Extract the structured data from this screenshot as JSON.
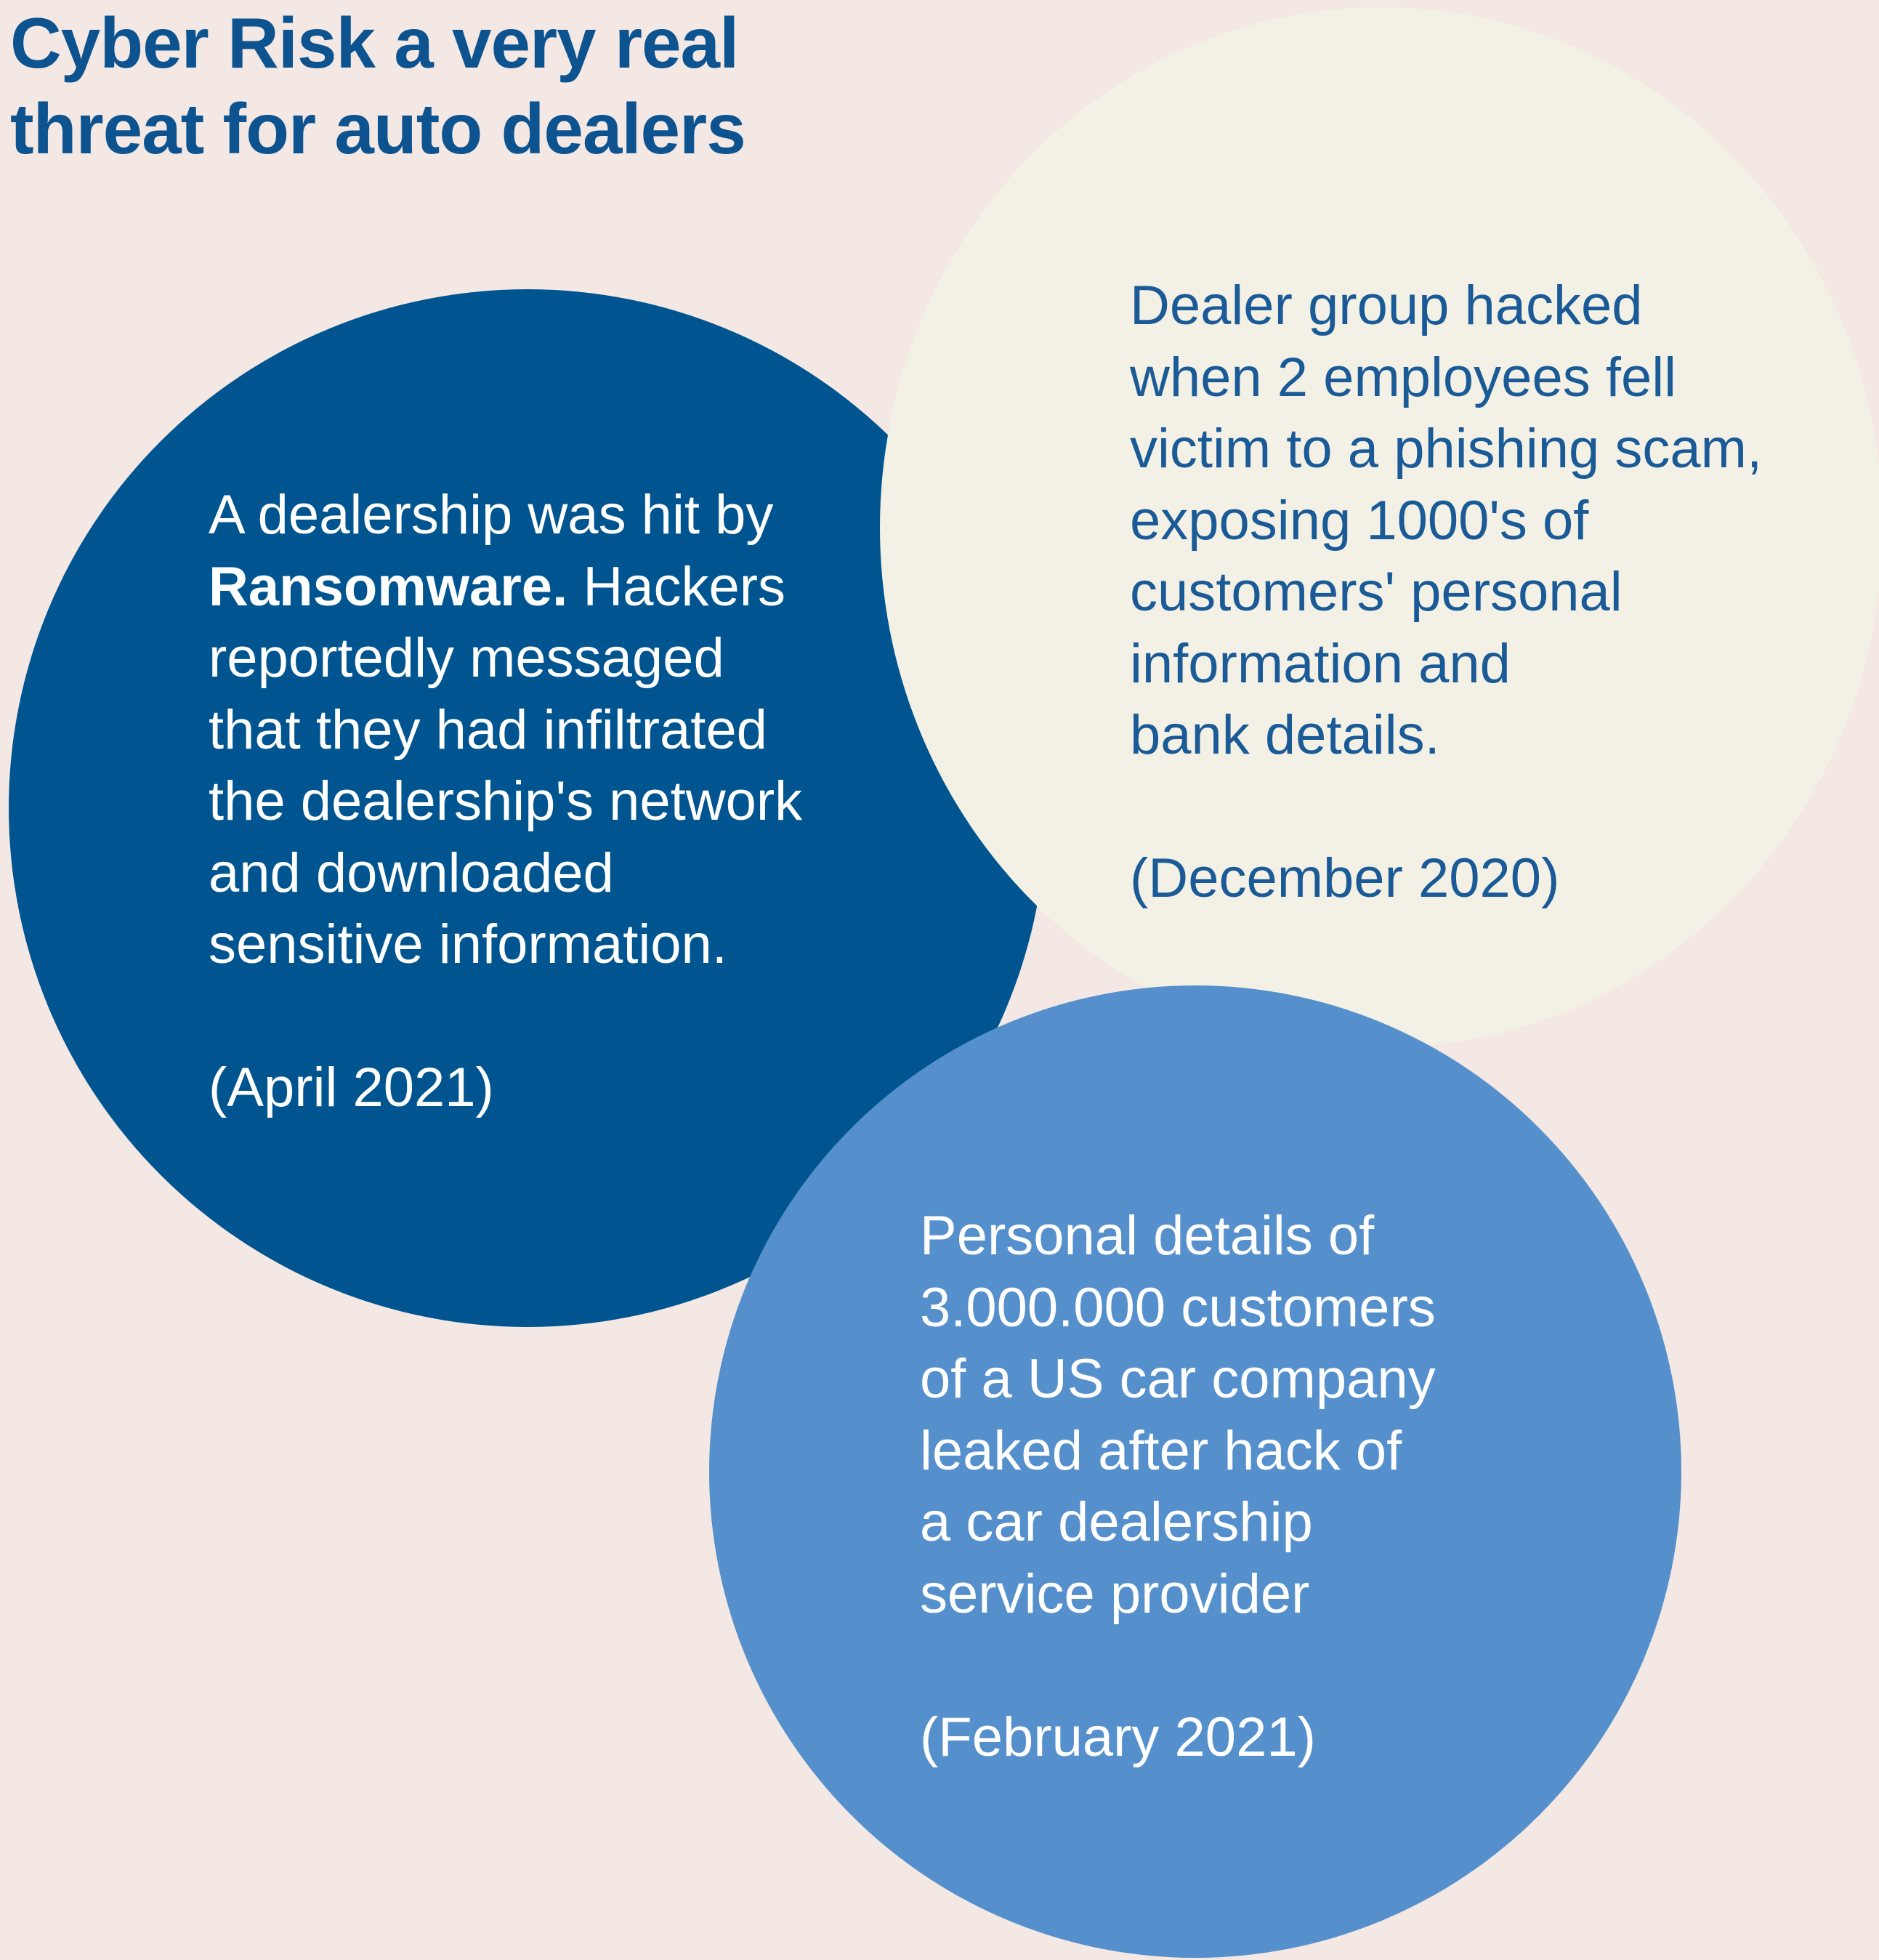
{
  "title": {
    "line1": "Cyber Risk a very real",
    "line2": "threat for auto dealers"
  },
  "colors": {
    "background": "#f3e8e4",
    "title": "#0d5390",
    "circle_dark": "#005590",
    "circle_light": "#f3f1e6",
    "circle_mid": "#5590cc",
    "text_on_light": "#1a5a96"
  },
  "incidents": [
    {
      "lines": [
        "A dealership was hit by",
        "Hackers",
        "reportedly messaged",
        "that they had infiltrated",
        "the dealership's network",
        "and downloaded",
        "sensitive information."
      ],
      "highlight": "Ransomware.",
      "date": "(April 2021)"
    },
    {
      "lines": [
        "Dealer group hacked",
        "when 2 employees fell",
        "victim to a phishing scam,",
        "exposing 1000's of",
        "customers' personal",
        "information and",
        "bank details."
      ],
      "date": "(December 2020)"
    },
    {
      "lines": [
        "Personal details of",
        "3.000.000 customers",
        "of a US car company",
        "leaked after hack of",
        "a car dealership",
        "service provider"
      ],
      "date": "(February 2021)"
    }
  ]
}
